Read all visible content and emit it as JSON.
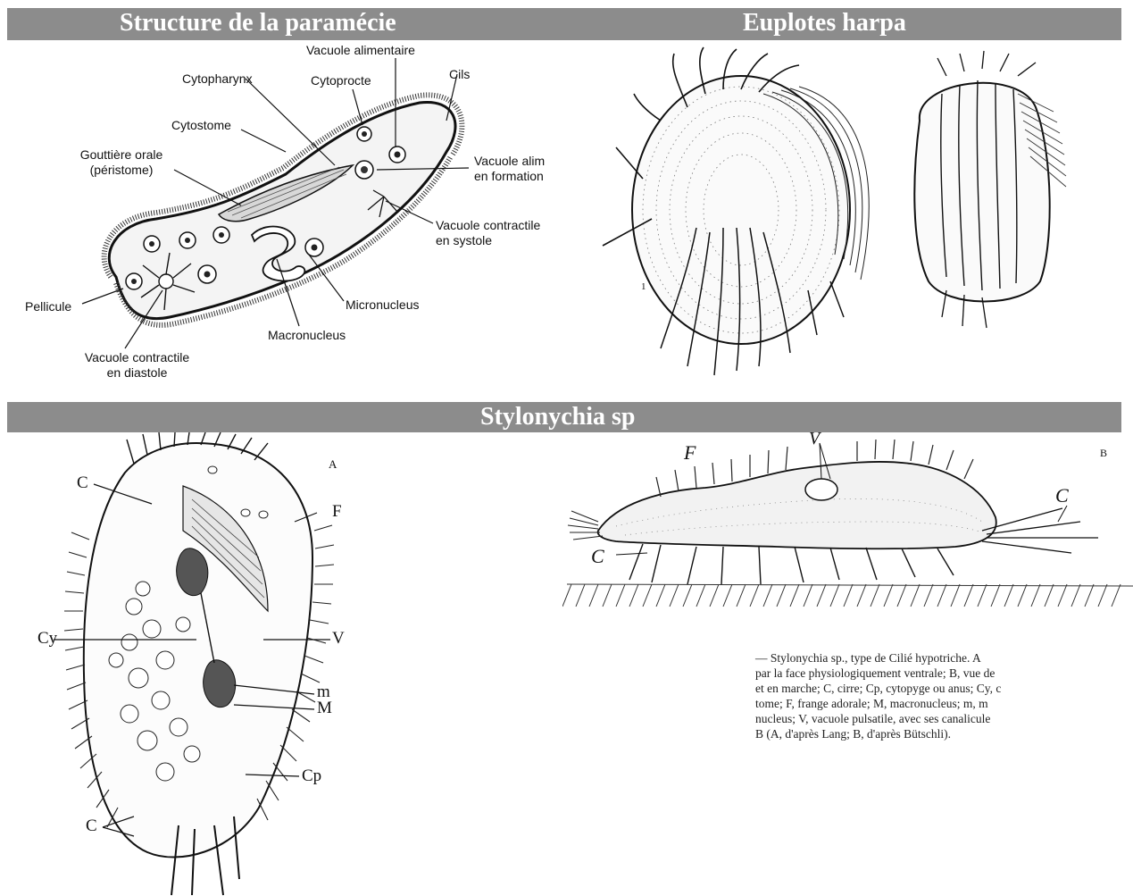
{
  "headers": {
    "paramecium": "Structure de la paramécie",
    "euplotes": "Euplotes harpa",
    "stylonychia": "Stylonychia sp"
  },
  "paramecium_labels": {
    "vacuole_alimentaire": "Vacuole alimentaire",
    "cytopharynx": "Cytopharynx",
    "cytoprocte": "Cytoprocte",
    "cils": "Cils",
    "cytostome": "Cytostome",
    "gouttiere_1": "Gouttière orale",
    "gouttiere_2": "(péristome)",
    "vac_formation_1": "Vacuole alim",
    "vac_formation_2": "en formation",
    "vac_systole_1": "Vacuole contractile",
    "vac_systole_2": "en systole",
    "pellicule": "Pellicule",
    "micronucleus": "Micronucleus",
    "macronucleus": "Macronucleus",
    "vac_diastole_1": "Vacuole contractile",
    "vac_diastole_2": "en diastole"
  },
  "euplotes_labels": {
    "fig_number": "1"
  },
  "stylonychia_labels": {
    "A": "A",
    "B": "B",
    "C_top": "C",
    "F_right": "F",
    "Cy": "Cy",
    "V_right": "V",
    "m": "m",
    "M": "M",
    "Cp": "Cp",
    "C_bottom": "C",
    "F_side": "F",
    "V_side": "V",
    "C_side_right": "C",
    "C_side_left": "C"
  },
  "caption_lines": [
    "— Stylonychia sp., type de Cilié hypotriche. A",
    "par la face physiologiquement ventrale; B, vue de",
    "et en marche; C, cirre; Cp, cytopyge ou anus; Cy, c",
    "tome; F, frange adorale; M, macronucleus; m, m",
    "nucleus; V, vacuole pulsatile, avec ses canalicule",
    "B (A, d'après Lang; B, d'après Bütschli)."
  ],
  "colors": {
    "header_bar": "#8c8c8c",
    "header_text": "#ffffff",
    "ink": "#111111"
  }
}
